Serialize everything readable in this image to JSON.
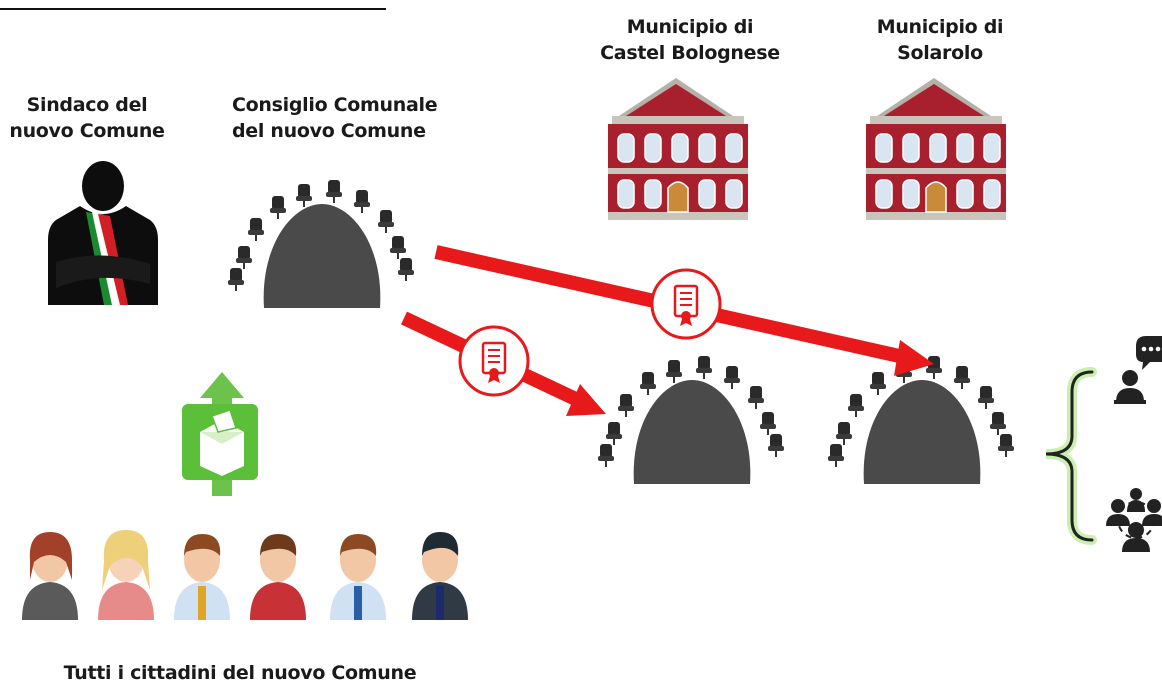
{
  "labels": {
    "mayor": "Sindaco del\nnuovo Comune",
    "council": "Consiglio Comunale\ndel nuovo Comune",
    "town_hall_1": "Municipio di\nCastel Bolognese",
    "town_hall_2": "Municipio di\nSolarolo",
    "citizens": "Tutti i cittadini del nuovo Comune"
  },
  "icons": {
    "mayor": "mayor-silhouette-icon",
    "council": "round-table-icon",
    "town_hall": "town-hall-building-icon",
    "ballot": "ballot-box-icon",
    "document": "certificate-document-icon",
    "speaker": "speaker-person-icon",
    "group": "group-people-icon"
  },
  "colors": {
    "arrow_red": "#e8191a",
    "building_red": "#a8202e",
    "ballot_green": "#5cbf3a",
    "table_gray": "#4a4a4a",
    "bracket_glow": "#9fe07a"
  }
}
